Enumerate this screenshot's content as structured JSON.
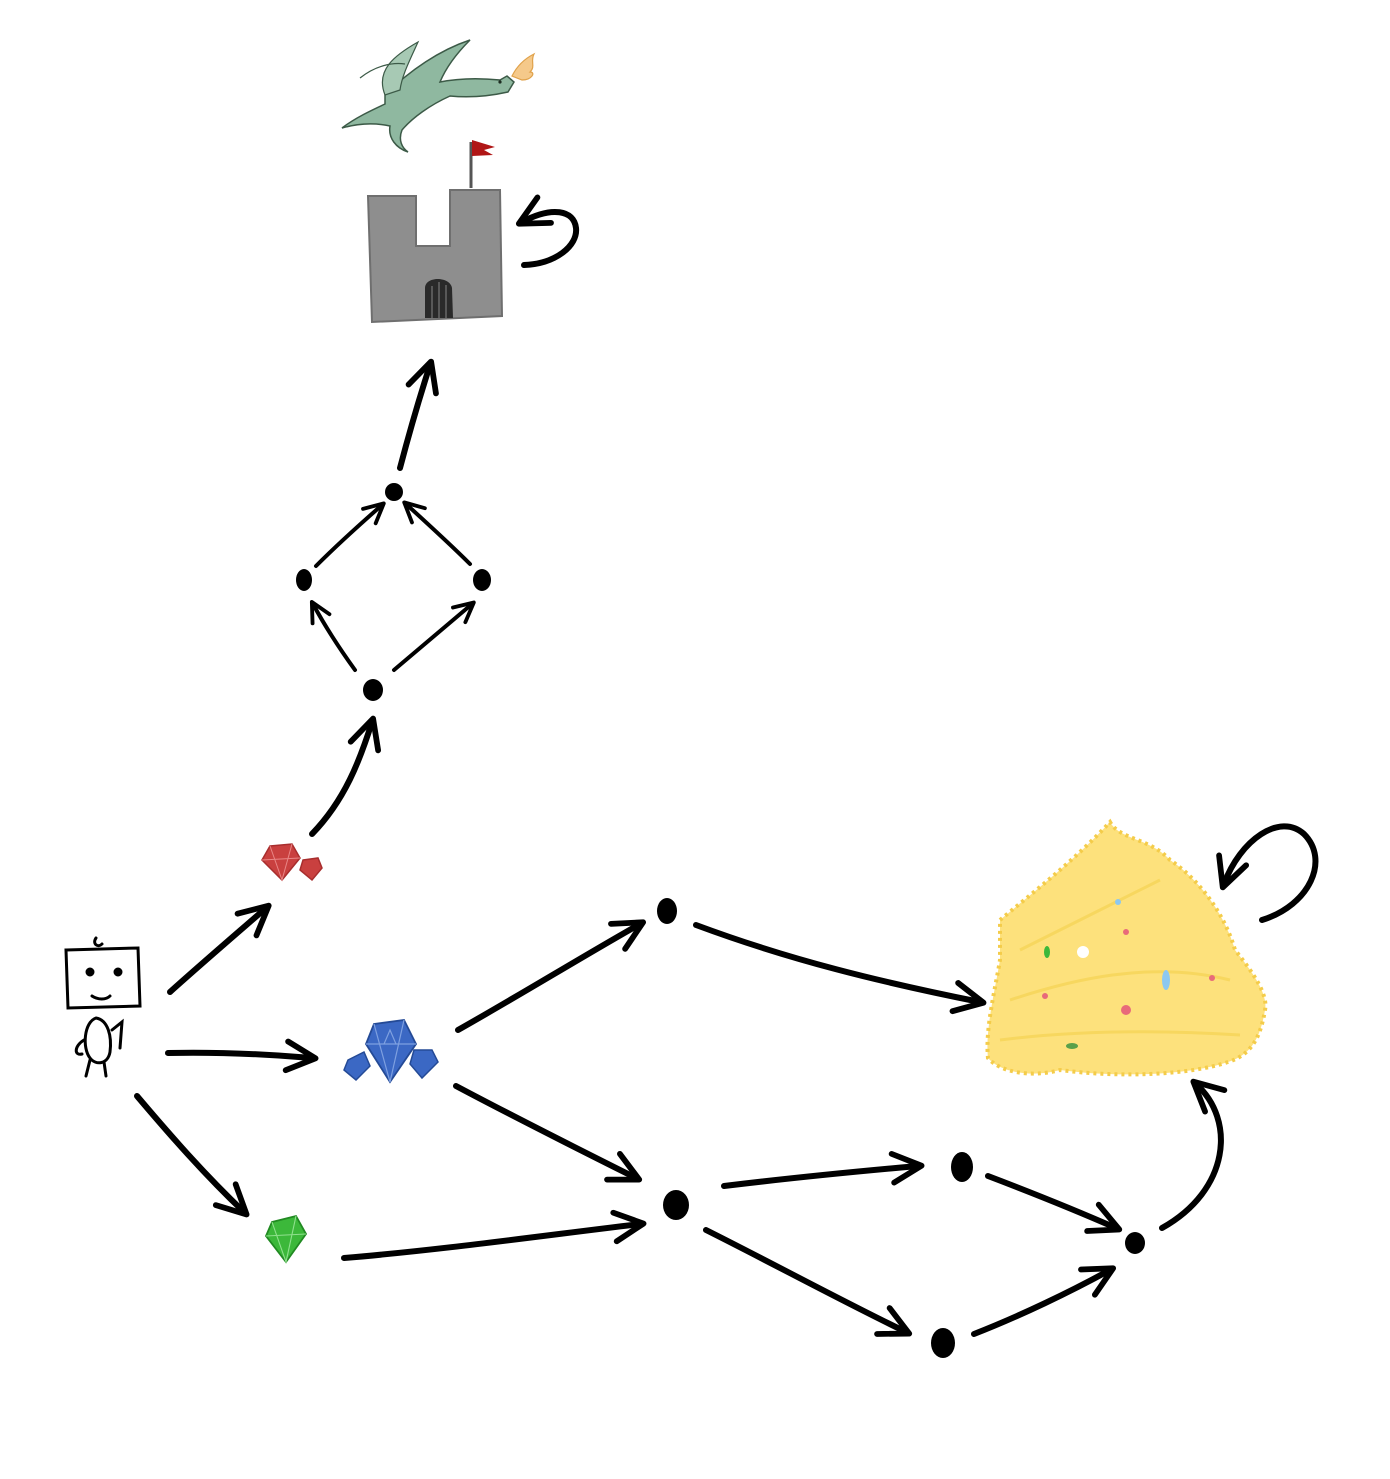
{
  "diagram": {
    "kind": "state-transition sketch",
    "background": "#ffffff",
    "edge_color": "#000000",
    "nodes": [
      {
        "id": "agent",
        "depicts": "robot-agent-icon"
      },
      {
        "id": "red_gems",
        "depicts": "red-gems-icon",
        "color": "#c9403f"
      },
      {
        "id": "blue_gems",
        "depicts": "blue-gems-icon",
        "color": "#3b68c4"
      },
      {
        "id": "green_gem",
        "depicts": "green-gem-icon",
        "color": "#3cb83a"
      },
      {
        "id": "castle",
        "depicts": "castle-icon",
        "color": "#8e8e8e",
        "flag_color": "#b01616"
      },
      {
        "id": "dragon",
        "depicts": "dragon-icon",
        "color": "#8fb8a0",
        "fire_color": "#f5c98a"
      },
      {
        "id": "treasure",
        "depicts": "gold-treasure-pile-icon",
        "color": "#fde17c"
      },
      {
        "id": "a1",
        "depicts": "state-dot"
      },
      {
        "id": "a2",
        "depicts": "state-dot"
      },
      {
        "id": "a3",
        "depicts": "state-dot"
      },
      {
        "id": "a4",
        "depicts": "state-dot"
      },
      {
        "id": "b1",
        "depicts": "state-dot"
      },
      {
        "id": "b2",
        "depicts": "state-dot"
      },
      {
        "id": "b3",
        "depicts": "state-dot"
      },
      {
        "id": "b4",
        "depicts": "state-dot"
      },
      {
        "id": "b5",
        "depicts": "state-dot"
      }
    ],
    "edges": [
      [
        "agent",
        "red_gems"
      ],
      [
        "agent",
        "blue_gems"
      ],
      [
        "agent",
        "green_gem"
      ],
      [
        "red_gems",
        "a1"
      ],
      [
        "a1",
        "a2"
      ],
      [
        "a1",
        "a3"
      ],
      [
        "a2",
        "a4"
      ],
      [
        "a3",
        "a4"
      ],
      [
        "a4",
        "castle"
      ],
      [
        "castle",
        "castle"
      ],
      [
        "blue_gems",
        "b1"
      ],
      [
        "blue_gems",
        "b2"
      ],
      [
        "green_gem",
        "b2"
      ],
      [
        "b1",
        "treasure"
      ],
      [
        "b2",
        "b3"
      ],
      [
        "b2",
        "b4"
      ],
      [
        "b3",
        "b5"
      ],
      [
        "b4",
        "b5"
      ],
      [
        "b5",
        "treasure"
      ],
      [
        "treasure",
        "treasure"
      ]
    ]
  }
}
